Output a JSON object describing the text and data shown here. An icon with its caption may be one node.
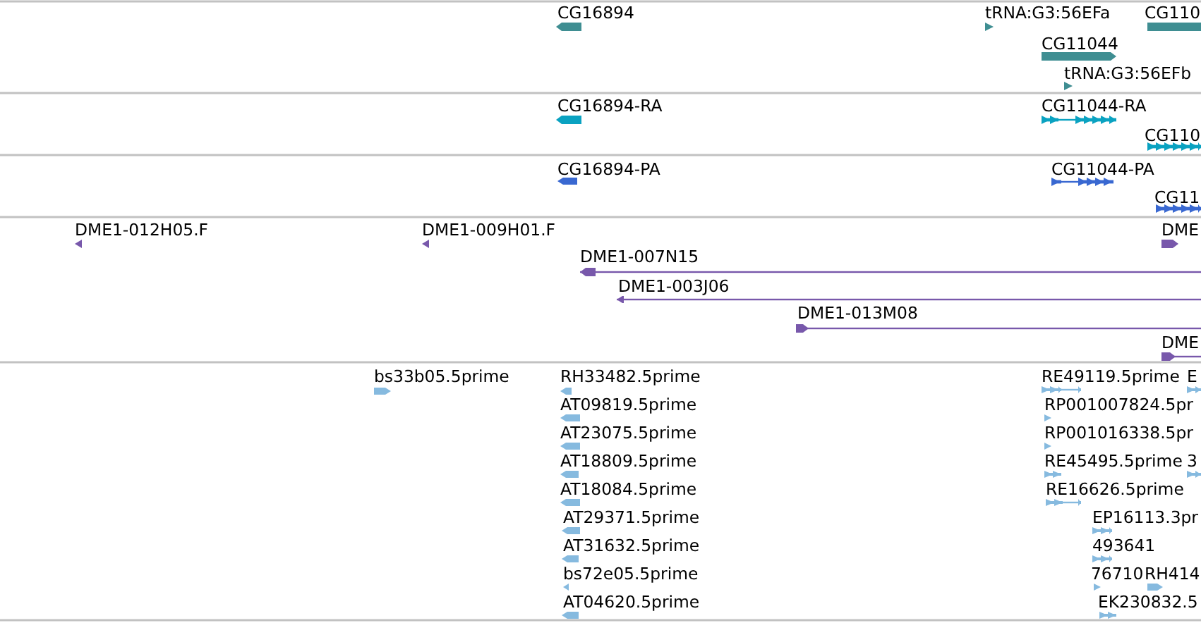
{
  "diagram": {
    "nodes": [
      {
        "text": [
          "CG16894"
        ]
      },
      {
        "text": [
          "tRNA:G3:56EFa"
        ]
      },
      {
        "text": [
          "CG110"
        ]
      },
      {
        "text": [
          "CG11044"
        ]
      },
      {
        "text": [
          "tRNA:G3:56EFb"
        ]
      },
      {
        "text": [
          "CG16894-RA"
        ]
      },
      {
        "text": [
          "CG11044-RA"
        ]
      },
      {
        "text": [
          "CG110"
        ]
      },
      {
        "text": [
          "CG16894-PA"
        ]
      },
      {
        "text": [
          "CG11044-PA"
        ]
      },
      {
        "text": [
          "CG11"
        ]
      },
      {
        "text": [
          "DME1-012H05.F"
        ]
      },
      {
        "text": [
          "DME1-009H01.F"
        ]
      },
      {
        "text": [
          "DME"
        ]
      },
      {
        "text": [
          "DME1-007N15"
        ]
      },
      {
        "text": [
          "DME1-003J06"
        ]
      },
      {
        "text": [
          "DME1-013M08"
        ]
      },
      {
        "text": [
          "DME"
        ]
      },
      {
        "text": [
          "bs33b05.5prime"
        ]
      },
      {
        "text": [
          "RH33482.5prime"
        ]
      },
      {
        "text": [
          "RE49119.5prime"
        ]
      },
      {
        "text": [
          "E"
        ]
      },
      {
        "text": [
          "AT09819.5prime"
        ]
      },
      {
        "text": [
          "RP001007824.5pr"
        ]
      },
      {
        "text": [
          "AT23075.5prime"
        ]
      },
      {
        "text": [
          "RP001016338.5pr"
        ]
      },
      {
        "text": [
          "AT18809.5prime"
        ]
      },
      {
        "text": [
          "RE45495.5prime"
        ]
      },
      {
        "text": [
          "3"
        ]
      },
      {
        "text": [
          "AT18084.5prime"
        ]
      },
      {
        "text": [
          "RE16626.5prime"
        ]
      },
      {
        "text": [
          "AT29371.5prime"
        ]
      },
      {
        "text": [
          "EP16113.3pr"
        ]
      },
      {
        "text": [
          "AT31632.5prime"
        ]
      },
      {
        "text": [
          "493641"
        ]
      },
      {
        "text": [
          "bs72e05.5prime"
        ]
      },
      {
        "text": [
          "76710"
        ]
      },
      {
        "text": [
          "RH414"
        ]
      },
      {
        "text": [
          "AT04620.5prime"
        ]
      },
      {
        "text": [
          "EK230832.5"
        ]
      }
    ]
  }
}
